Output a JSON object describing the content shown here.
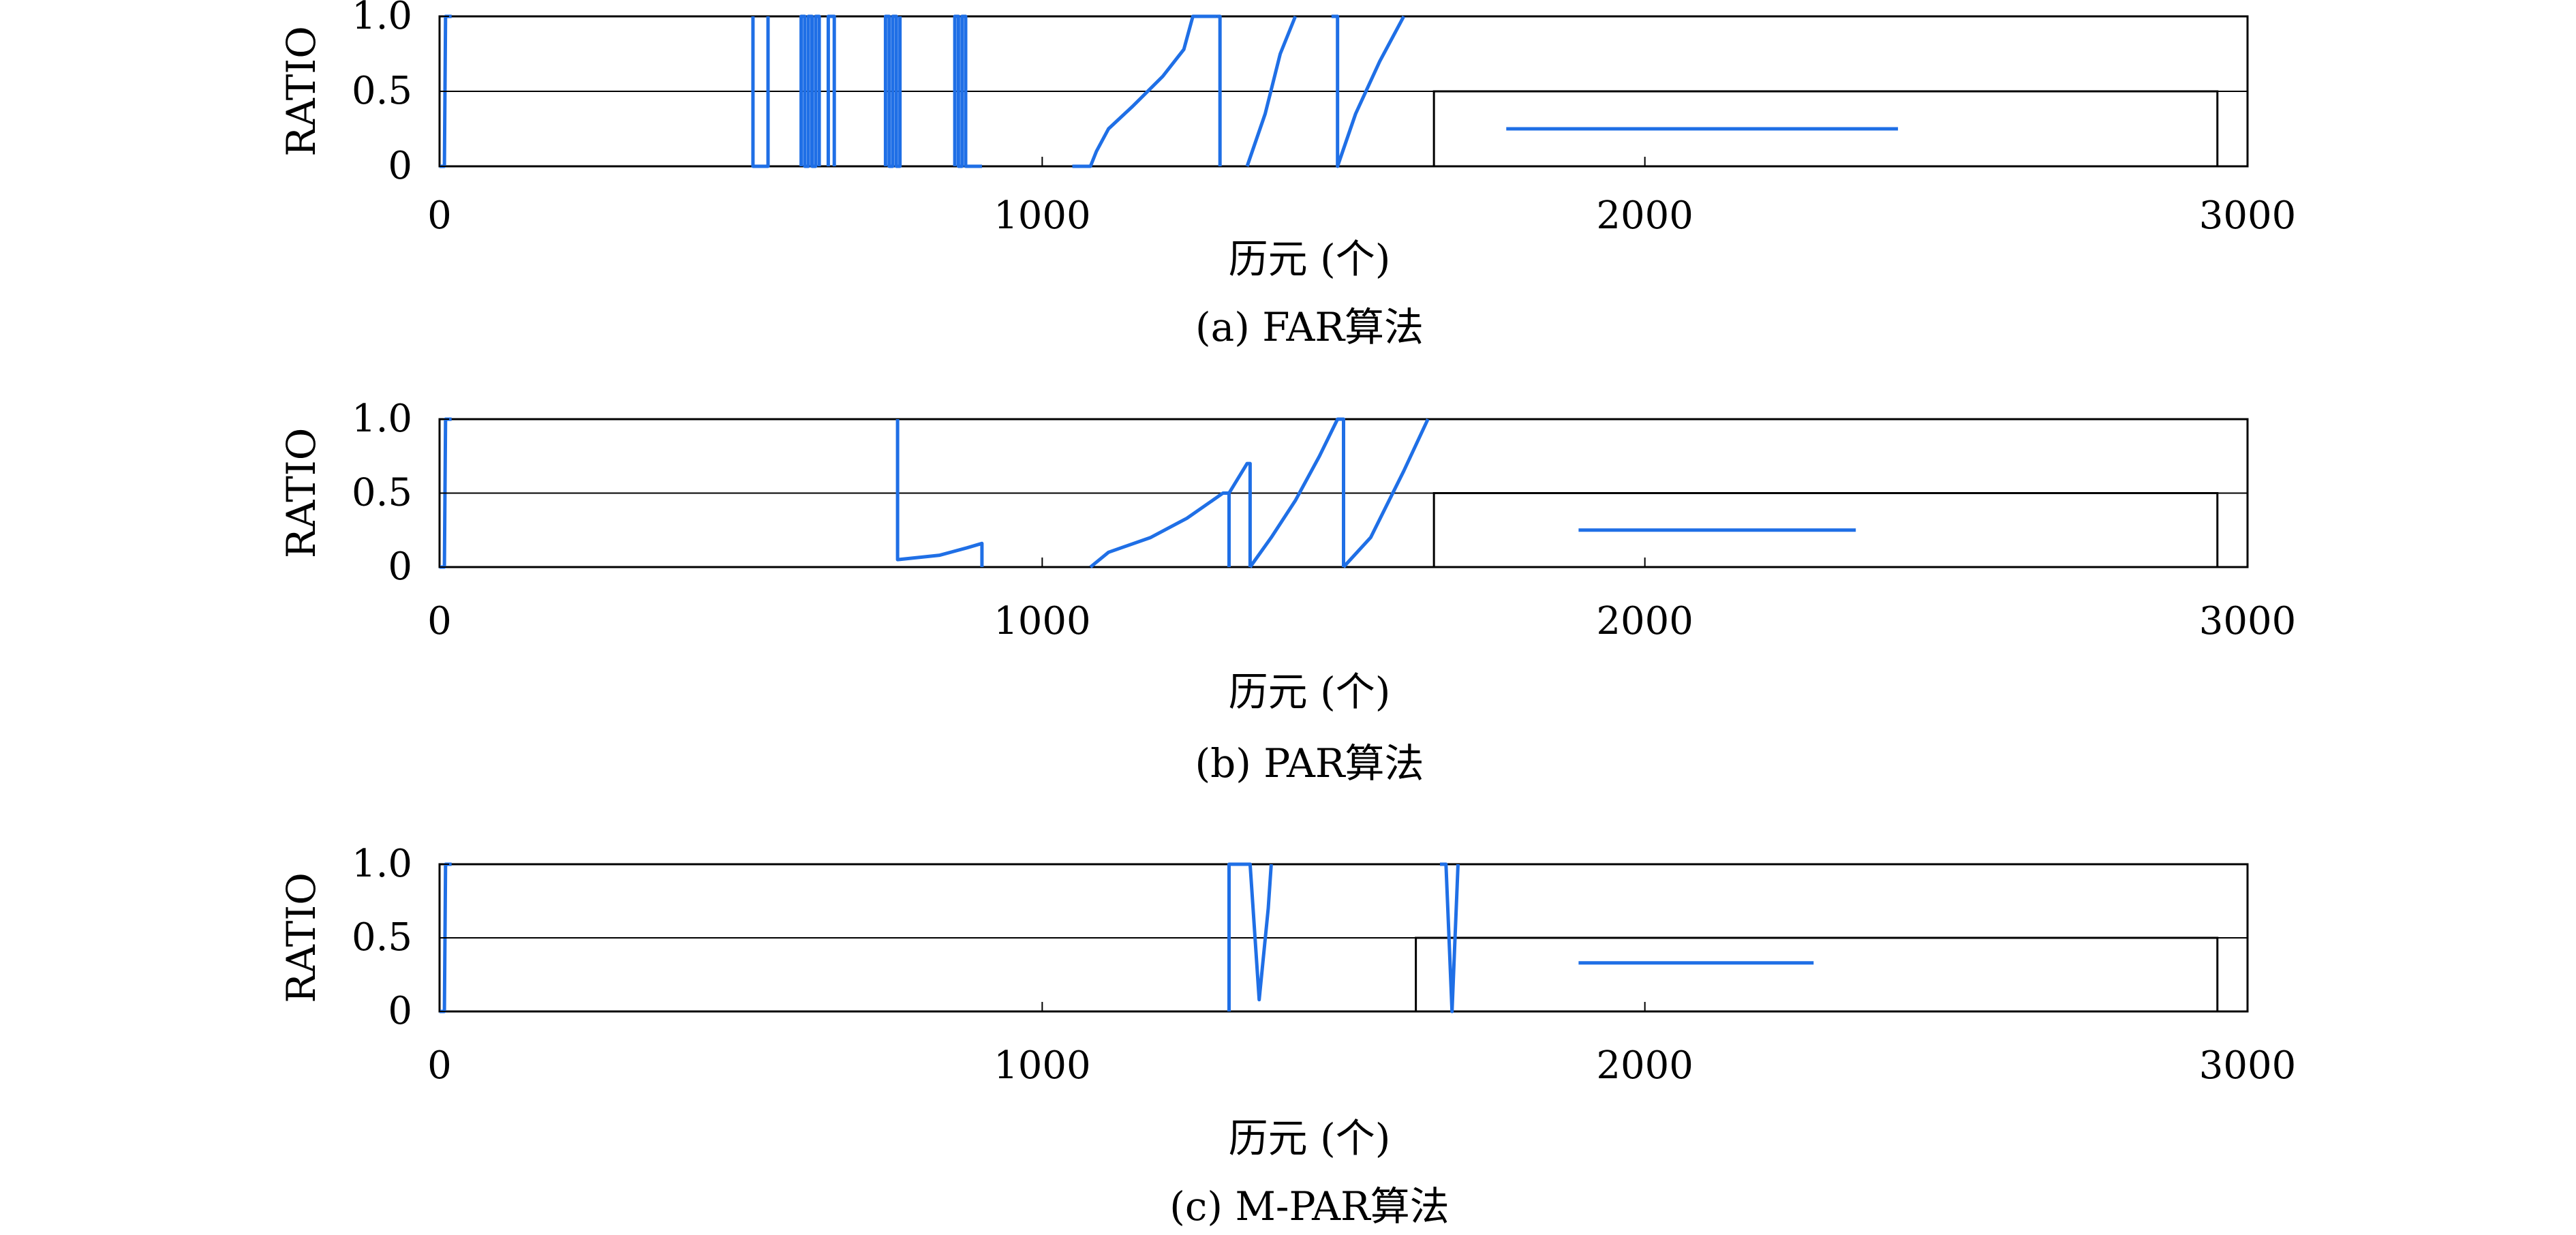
{
  "colors": {
    "series": "#1f6fe6",
    "frame": "#000000",
    "black_trace": "#000000"
  },
  "chart_data": [
    {
      "type": "line",
      "caption": "(a) FAR算法",
      "xlabel": "历元 (个)",
      "ylabel": "RATIO",
      "xlim": [
        0,
        3000
      ],
      "ylim": [
        0,
        1.0
      ],
      "xticks": [
        "0",
        "1000",
        "2000",
        "3000"
      ],
      "yticks": [
        "0",
        "0.5",
        "1.0"
      ],
      "reference_line": 0.5,
      "legend": {
        "placement": "bottom-right",
        "x_range": [
          1650,
          2950
        ],
        "y_range": [
          0,
          0.5
        ],
        "sample_y": 0.25,
        "sample_x": [
          1770,
          2420
        ]
      },
      "series": [
        {
          "color": "blue",
          "x": [
            0,
            2,
            8,
            10,
            20
          ],
          "y": [
            0,
            0,
            0,
            1.0,
            1.0
          ]
        },
        {
          "color": "blue",
          "x": [
            520,
            520,
            545,
            545
          ],
          "y": [
            1.0,
            0,
            0,
            1.0
          ]
        },
        {
          "color": "blue",
          "x": [
            600,
            600,
            606,
            606,
            612,
            612,
            618,
            618,
            624,
            624,
            630,
            630
          ],
          "y": [
            0,
            1,
            1,
            0,
            0,
            1,
            1,
            0,
            0,
            1,
            1,
            0
          ]
        },
        {
          "color": "blue",
          "x": [
            645,
            645,
            655,
            655
          ],
          "y": [
            0,
            1,
            1,
            0
          ]
        },
        {
          "color": "blue",
          "x": [
            740,
            740,
            746,
            746,
            752,
            752,
            758,
            758,
            764,
            764
          ],
          "y": [
            0,
            1,
            1,
            0,
            0,
            1,
            1,
            0,
            0,
            1
          ]
        },
        {
          "color": "blue",
          "x": [
            855,
            855,
            861,
            861,
            867,
            867,
            873,
            873,
            880,
            900
          ],
          "y": [
            0,
            1,
            1,
            0,
            0,
            1,
            1,
            0,
            0,
            0
          ]
        },
        {
          "color": "blue",
          "x": [
            1050,
            1080,
            1090,
            1110,
            1150,
            1200,
            1235,
            1250,
            1260,
            1290
          ],
          "y": [
            0,
            0,
            0.1,
            0.25,
            0.4,
            0.6,
            0.78,
            1.0,
            1.0,
            1.0
          ]
        },
        {
          "color": "blue",
          "x": [
            1290,
            1295,
            1295
          ],
          "y": [
            1.0,
            1.0,
            0
          ]
        },
        {
          "color": "blue",
          "x": [
            1340,
            1370,
            1395,
            1420
          ],
          "y": [
            0,
            0.35,
            0.75,
            1.0
          ]
        },
        {
          "color": "blue",
          "x": [
            1480,
            1490,
            1490,
            1520,
            1560,
            1600
          ],
          "y": [
            1.0,
            1.0,
            0,
            0.35,
            0.7,
            1.0
          ]
        }
      ]
    },
    {
      "type": "line",
      "caption": "(b) PAR算法",
      "xlabel": "历元 (个)",
      "ylabel": "RATIO",
      "xlim": [
        0,
        3000
      ],
      "ylim": [
        0,
        1.0
      ],
      "xticks": [
        "0",
        "1000",
        "2000",
        "3000"
      ],
      "yticks": [
        "0",
        "0.5",
        "1.0"
      ],
      "reference_line": 0.5,
      "legend": {
        "placement": "bottom-right",
        "x_range": [
          1650,
          2950
        ],
        "y_range": [
          0,
          0.5
        ],
        "sample_y": 0.25,
        "sample_x": [
          1890,
          2350
        ]
      },
      "series": [
        {
          "color": "blue",
          "x": [
            0,
            2,
            8,
            10,
            20
          ],
          "y": [
            0,
            0,
            0,
            1.0,
            1.0
          ]
        },
        {
          "color": "blue",
          "x": [
            760,
            760,
            830,
            875,
            900,
            900
          ],
          "y": [
            1.0,
            0.05,
            0.08,
            0.13,
            0.16,
            0
          ]
        },
        {
          "color": "blue",
          "x": [
            1080,
            1110,
            1180,
            1240,
            1300,
            1310,
            1310
          ],
          "y": [
            0,
            0.1,
            0.2,
            0.33,
            0.5,
            0.5,
            0
          ]
        },
        {
          "color": "blue",
          "x": [
            1310,
            1340,
            1345,
            1345
          ],
          "y": [
            0.5,
            0.7,
            0.7,
            0
          ]
        },
        {
          "color": "blue",
          "x": [
            1345,
            1380,
            1420,
            1460,
            1490,
            1500,
            1500
          ],
          "y": [
            0,
            0.2,
            0.45,
            0.75,
            1.0,
            1.0,
            0
          ]
        },
        {
          "color": "blue",
          "x": [
            1500,
            1545,
            1600,
            1640
          ],
          "y": [
            0,
            0.2,
            0.65,
            1.0
          ]
        }
      ]
    },
    {
      "type": "line",
      "caption": "(c) M-PAR算法",
      "xlabel": "历元 (个)",
      "ylabel": "RATIO",
      "xlim": [
        0,
        3000
      ],
      "ylim": [
        0,
        1.0
      ],
      "xticks": [
        "0",
        "1000",
        "2000",
        "3000"
      ],
      "yticks": [
        "0",
        "0.5",
        "1.0"
      ],
      "reference_line": 0.5,
      "legend": {
        "placement": "bottom-right",
        "x_range": [
          1620,
          2950
        ],
        "y_range": [
          0,
          0.5
        ],
        "sample_y": 0.33,
        "sample_x": [
          1890,
          2280
        ]
      },
      "series": [
        {
          "color": "blue",
          "x": [
            0,
            2,
            8,
            10,
            20
          ],
          "y": [
            0,
            0,
            0,
            1.0,
            1.0
          ]
        },
        {
          "color": "blue",
          "x": [
            1310,
            1310,
            1315,
            1315,
            1345,
            1345,
            1360,
            1375,
            1380
          ],
          "y": [
            0,
            1.0,
            1.0,
            1.0,
            1.0,
            1.0,
            0.08,
            0.7,
            1.0
          ]
        },
        {
          "color": "blue",
          "x": [
            1660,
            1660,
            1670,
            1670,
            1680,
            1690,
            1690
          ],
          "y": [
            1.0,
            1.0,
            1.0,
            1.0,
            0,
            1.0,
            1.0
          ]
        }
      ]
    }
  ]
}
